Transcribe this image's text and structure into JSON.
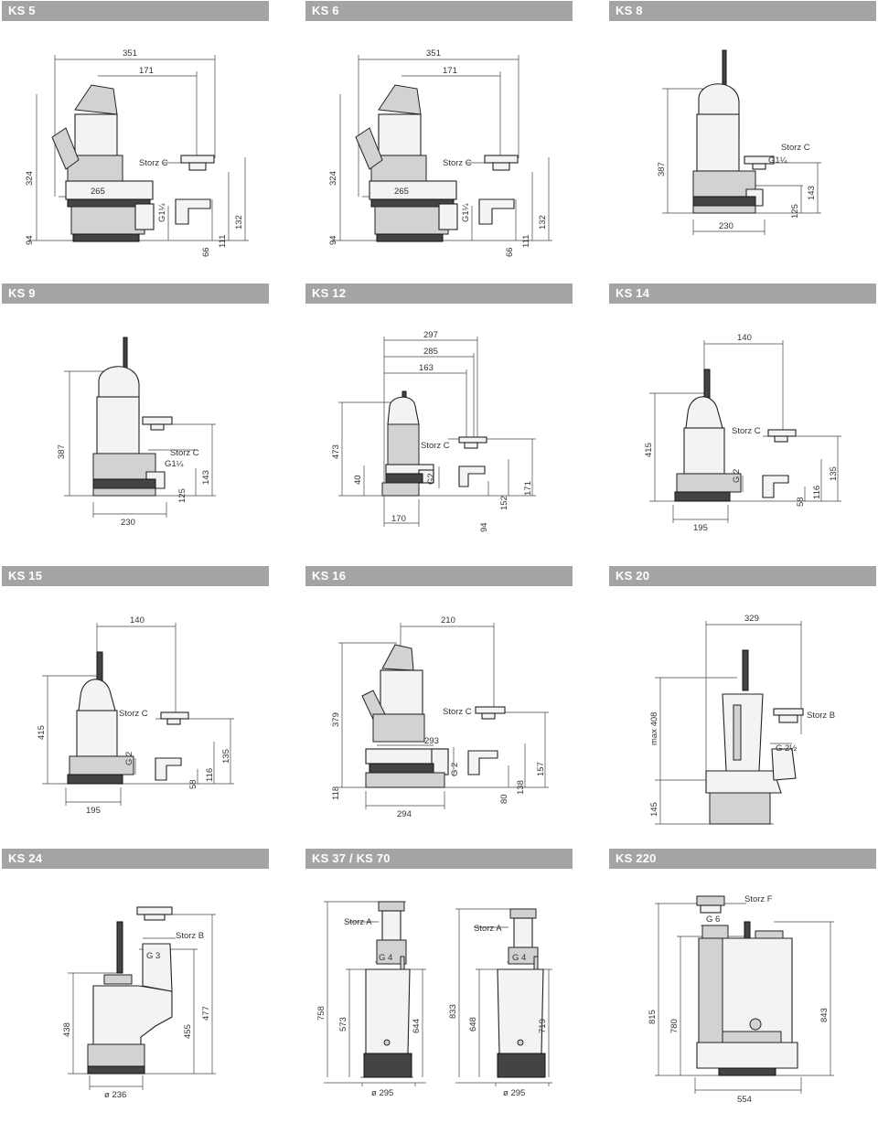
{
  "panels": [
    {
      "title": "KS 5",
      "labels": {
        "width_total": "351",
        "width_outlet": "171",
        "height_total": "324",
        "base_height": "94",
        "width_base": "265",
        "thread": "G1¼",
        "coupling": "Storz C",
        "outlet_66": "66",
        "outlet_111": "111",
        "outlet_132": "132"
      }
    },
    {
      "title": "KS 6",
      "labels": {
        "width_total": "351",
        "width_outlet": "171",
        "height_total": "324",
        "base_height": "94",
        "width_base": "265",
        "thread": "G1¼",
        "coupling": "Storz C",
        "outlet_66": "66",
        "outlet_111": "111",
        "outlet_132": "132"
      }
    },
    {
      "title": "KS 8",
      "labels": {
        "height_total": "387",
        "coupling": "Storz C",
        "thread": "G1¼",
        "outlet_125": "125",
        "outlet_143": "143",
        "width_base": "230"
      }
    },
    {
      "title": "KS 9",
      "labels": {
        "height_total": "387",
        "coupling": "Storz C",
        "thread": "G1¼",
        "outlet_125": "125",
        "outlet_143": "143",
        "width_base": "230"
      }
    },
    {
      "title": "KS 12",
      "labels": {
        "w297": "297",
        "w285": "285",
        "w163": "163",
        "height_total": "473",
        "base_height": "40",
        "thread": "G2",
        "coupling": "Storz C",
        "w170": "170",
        "h94": "94",
        "h152": "152",
        "h171": "171"
      }
    },
    {
      "title": "KS 14",
      "labels": {
        "w140": "140",
        "height_total": "415",
        "coupling": "Storz C",
        "thread": "G 2",
        "h58": "58",
        "h116": "116",
        "h135": "135",
        "w195": "195"
      }
    },
    {
      "title": "KS 15",
      "labels": {
        "w140": "140",
        "height_total": "415",
        "coupling": "Storz C",
        "thread": "G 2",
        "h58": "58",
        "h116": "116",
        "h135": "135",
        "w195": "195"
      }
    },
    {
      "title": "KS 16",
      "labels": {
        "w210": "210",
        "height_total": "379",
        "base_height": "118",
        "coupling": "Storz C",
        "w293": "293",
        "thread": "G 2",
        "h80": "80",
        "h138": "138",
        "h157": "157",
        "w294": "294"
      }
    },
    {
      "title": "KS 20",
      "labels": {
        "w329": "329",
        "coupling": "Storz B",
        "height_max": "max 408",
        "thread": "G 2½",
        "base_height": "145"
      }
    },
    {
      "title": "KS 24",
      "labels": {
        "coupling": "Storz B",
        "thread": "G 3",
        "h438": "438",
        "h455": "455",
        "h477": "477",
        "diameter": "ø 236"
      }
    },
    {
      "title": "KS 37 / KS 70",
      "labels": {
        "coupling_a1": "Storz A",
        "h758": "758",
        "thread_a": "G 4",
        "h573": "573",
        "h644": "644",
        "dia_a": "ø 295",
        "coupling_a2": "Storz A",
        "h833": "833",
        "thread_b": "G 4",
        "h648": "648",
        "h719": "719",
        "dia_b": "ø 295"
      }
    },
    {
      "title": "KS 220",
      "labels": {
        "coupling": "Storz F",
        "thread": "G 6",
        "h815": "815",
        "h780": "780",
        "h843": "843",
        "w554": "554"
      }
    }
  ]
}
